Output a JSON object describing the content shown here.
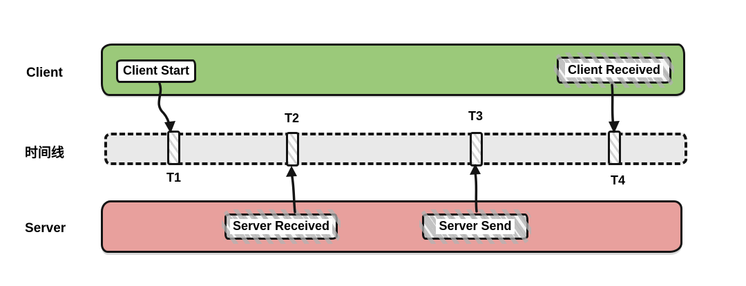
{
  "diagram": {
    "colors": {
      "client_bar": "#9bc97a",
      "server_bar": "#e8a09d",
      "timeline_bar": "#e9e9e9",
      "ink": "#141414",
      "hatch": "#c2c2c2"
    },
    "lanes": [
      {
        "id": "client",
        "label": "Client"
      },
      {
        "id": "timeline",
        "label": "时间线"
      },
      {
        "id": "server",
        "label": "Server"
      }
    ],
    "nodes": [
      {
        "id": "client-start",
        "label": "Client Start",
        "lane": "client"
      },
      {
        "id": "client-received",
        "label": "Client Received",
        "lane": "client"
      },
      {
        "id": "server-received",
        "label": "Server Received",
        "lane": "server"
      },
      {
        "id": "server-send",
        "label": "Server Send",
        "lane": "server"
      }
    ],
    "time_markers": [
      {
        "id": "t1",
        "label": "T1",
        "label_position": "below"
      },
      {
        "id": "t2",
        "label": "T2",
        "label_position": "above"
      },
      {
        "id": "t3",
        "label": "T3",
        "label_position": "above"
      },
      {
        "id": "t4",
        "label": "T4",
        "label_position": "below"
      }
    ],
    "arrows": [
      {
        "from": "client-start",
        "to": "t1",
        "direction": "down"
      },
      {
        "from": "server-received",
        "to": "t2",
        "direction": "up"
      },
      {
        "from": "server-send",
        "to": "t3",
        "direction": "up"
      },
      {
        "from": "client-received",
        "to": "t4",
        "direction": "down"
      }
    ]
  }
}
